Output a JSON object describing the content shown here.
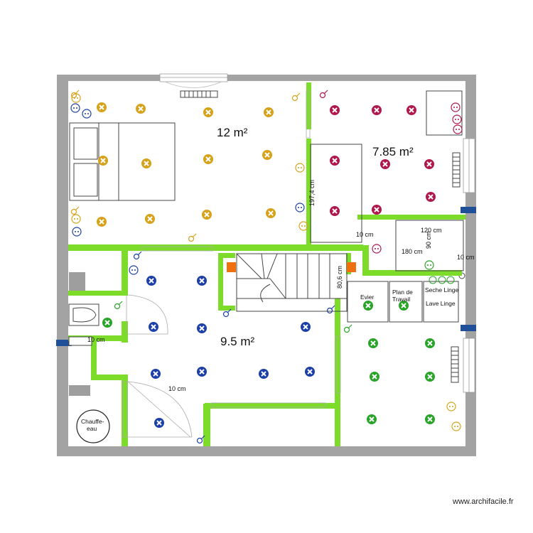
{
  "colors": {
    "wall": "#a3a3a3",
    "new_wall": "#7ddc2a",
    "light_bedroom": "#d6a21a",
    "light_room2": "#b0174a",
    "light_hall": "#1c3fa8",
    "light_kitchen": "#28a428",
    "switch": "#1c3fa8",
    "socket": "#d6a21a",
    "stair_block": "#f07010",
    "window_blue": "#1f4f99"
  },
  "rooms": [
    {
      "id": "bedroom",
      "area": "12 m²"
    },
    {
      "id": "room2",
      "area": "7.85 m²"
    },
    {
      "id": "hall",
      "area": "9.5 m²"
    }
  ],
  "dimensions": {
    "d_197": "197,4 cm",
    "d_10a": "10 cm",
    "d_120": "120 cm",
    "d_180": "180 cm",
    "d_90": "90 cm",
    "d_10b": "10 cm",
    "d_80": "80,6 cm",
    "d_10c": "10 cm",
    "d_10d": "10 cm"
  },
  "fixtures": {
    "sink": "Evier",
    "worktop_1": "Plan de",
    "worktop_2": "Travail",
    "dryer": "Seche Linge",
    "washer": "Lave Linge",
    "heater_1": "Chauffe-",
    "heater_2": "eau"
  },
  "icons": [
    "ceiling-light-icon",
    "switch-icon",
    "socket-icon",
    "bed-icon",
    "toilet-icon",
    "stair-icon",
    "door-swing-icon",
    "window-icon"
  ],
  "credit": "www.archifacile.fr"
}
